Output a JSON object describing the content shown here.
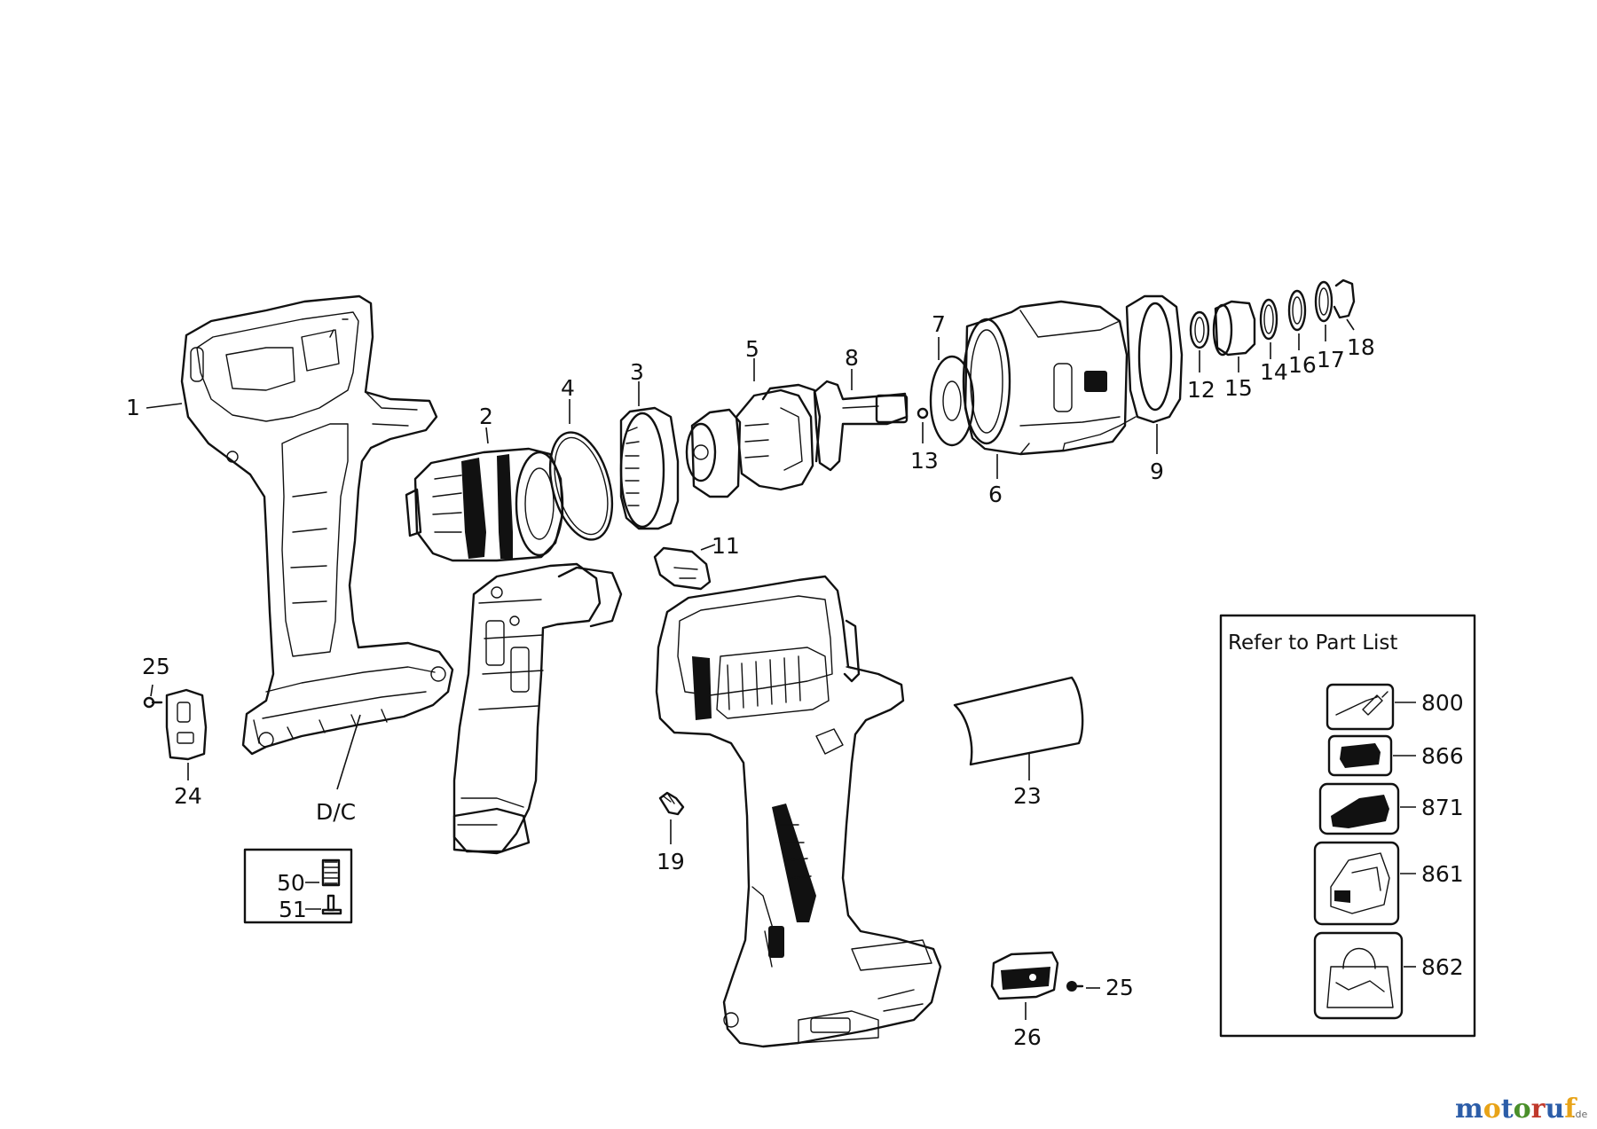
{
  "parts": [
    {
      "id": "p1",
      "label": "1"
    },
    {
      "id": "p2",
      "label": "2"
    },
    {
      "id": "p3",
      "label": "3"
    },
    {
      "id": "p4",
      "label": "4"
    },
    {
      "id": "p5",
      "label": "5"
    },
    {
      "id": "p6",
      "label": "6"
    },
    {
      "id": "p7",
      "label": "7"
    },
    {
      "id": "p8",
      "label": "8"
    },
    {
      "id": "p9",
      "label": "9"
    },
    {
      "id": "p11",
      "label": "11"
    },
    {
      "id": "p12",
      "label": "12"
    },
    {
      "id": "p13",
      "label": "13"
    },
    {
      "id": "p14",
      "label": "14"
    },
    {
      "id": "p15",
      "label": "15"
    },
    {
      "id": "p16",
      "label": "16"
    },
    {
      "id": "p17",
      "label": "17"
    },
    {
      "id": "p18",
      "label": "18"
    },
    {
      "id": "p19",
      "label": "19"
    },
    {
      "id": "p23",
      "label": "23"
    },
    {
      "id": "p24",
      "label": "24"
    },
    {
      "id": "p25a",
      "label": "25"
    },
    {
      "id": "p25b",
      "label": "25"
    },
    {
      "id": "p26",
      "label": "26"
    },
    {
      "id": "pdc",
      "label": "D/C"
    }
  ],
  "inset_kit": {
    "items": [
      {
        "id": "p50",
        "label": "50"
      },
      {
        "id": "p51",
        "label": "51"
      }
    ]
  },
  "reference_box": {
    "title": "Refer to Part List",
    "items": [
      {
        "id": "r800",
        "label": "800",
        "icon": "charger-cable-icon"
      },
      {
        "id": "r866",
        "label": "866",
        "icon": "battery-pack-icon"
      },
      {
        "id": "r871",
        "label": "871",
        "icon": "battery-charger-icon"
      },
      {
        "id": "r861",
        "label": "861",
        "icon": "carrying-case-icon"
      },
      {
        "id": "r862",
        "label": "862",
        "icon": "tool-bag-icon"
      }
    ]
  },
  "watermark": {
    "segments": [
      {
        "text": "m",
        "color": "#2c5da8"
      },
      {
        "text": "o",
        "color": "#e8a317"
      },
      {
        "text": "t",
        "color": "#2c5da8"
      },
      {
        "text": "o",
        "color": "#4a8f2a"
      },
      {
        "text": "r",
        "color": "#c0392b"
      },
      {
        "text": "u",
        "color": "#2c5da8"
      },
      {
        "text": "f",
        "color": "#e8a317"
      }
    ],
    "suffix": ".de"
  }
}
